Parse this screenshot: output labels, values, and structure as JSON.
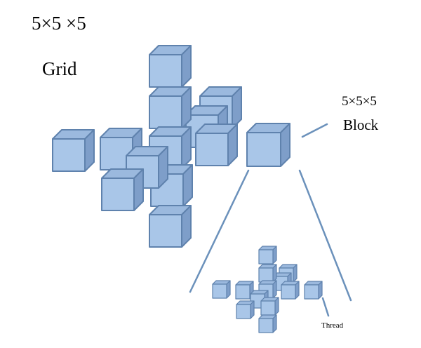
{
  "grid": {
    "dims": "5×5 ×5",
    "label": "Grid"
  },
  "block": {
    "dims": "5×5×5",
    "label": "Block"
  },
  "thread": {
    "label": "Thread"
  },
  "colors": {
    "cube_front": "#a9c6e8",
    "cube_top": "#9bb9de",
    "cube_side": "#7e9ec9",
    "cube_edge": "#5f82ad",
    "connector_line": "#6b91bb"
  }
}
